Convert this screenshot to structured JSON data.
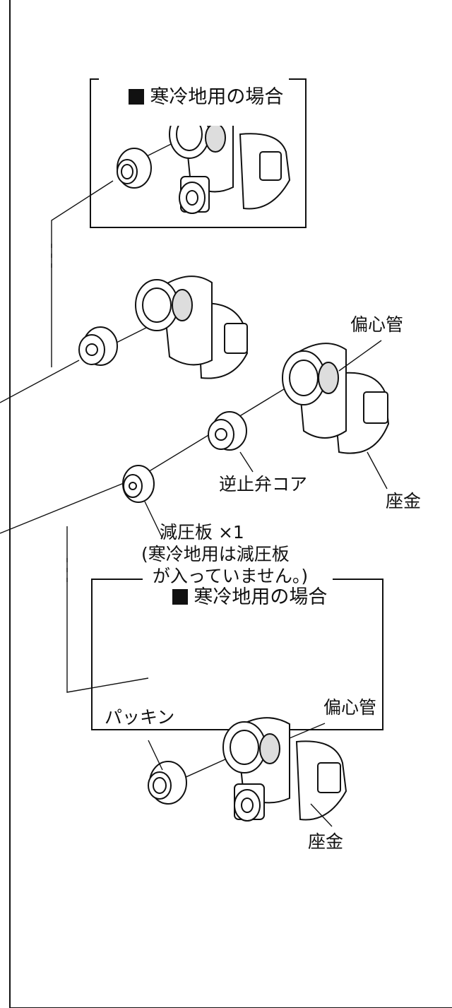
{
  "top_box": {
    "title": "寒冷地用の場合"
  },
  "bottom_box": {
    "title": "寒冷地用の場合"
  },
  "labels": {
    "eccentric_pipe": "偏心管",
    "check_valve_core": "逆止弁コア",
    "washer_seat": "座金",
    "pressure_plate_1": "減圧板 ×1",
    "pressure_plate_2": "(寒冷地用は減圧板",
    "pressure_plate_3": "  が入っていません。)",
    "packing": "パッキン",
    "eccentric_pipe_2": "偏心管",
    "washer_seat_2": "座金"
  }
}
